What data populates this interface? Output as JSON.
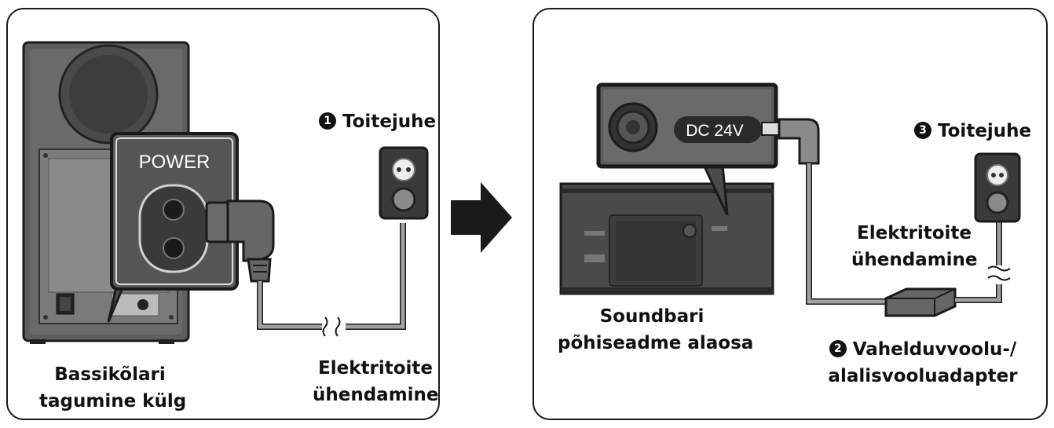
{
  "left_panel": {
    "power_label": "POWER",
    "subwoofer_caption": [
      "Bassikõlari",
      "tagumine külg"
    ],
    "cord_marker": "1",
    "cord_label": "Toitejuhe",
    "outlet_caption": [
      "Elektritoite",
      "ühendamine"
    ]
  },
  "right_panel": {
    "dc_label": "DC 24V",
    "soundbar_caption": [
      "Soundbari",
      "põhiseadme alaosa"
    ],
    "cord_marker": "3",
    "cord_label": "Toitejuhe",
    "outlet_caption": [
      "Elektritoite",
      "ühendamine"
    ],
    "adapter_marker": "2",
    "adapter_caption": [
      "Vahelduvvoolu-/",
      "alalisvooluadapter"
    ]
  },
  "colors": {
    "outline": "#1a1a1a",
    "cabinet": "#5a5a5a",
    "cable": "#9a9a9a",
    "dark_device": "#3a3a3a"
  }
}
